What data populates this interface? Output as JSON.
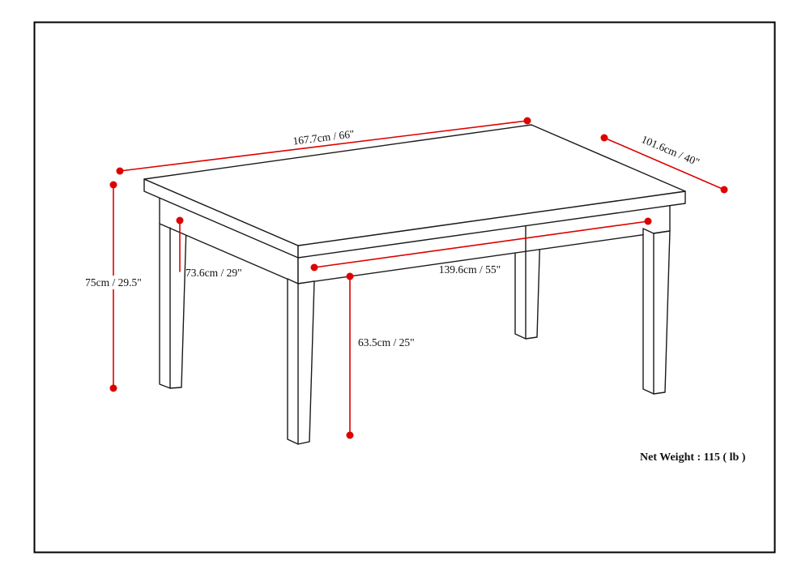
{
  "page": {
    "background_color": "#ffffff",
    "frame_color": "#000000"
  },
  "diagram": {
    "accent_color": "#dd0000",
    "line_color": "#1a1a1a",
    "labels": {
      "length": "167.7cm / 66\"",
      "depth": "101.6cm / 40\"",
      "height": "75cm / 29.5\"",
      "underside_height": "73.6cm / 29\"",
      "between_legs": "139.6cm / 55\"",
      "clearance": "63.5cm / 25\"",
      "net_weight": "Net Weight : 115 ( lb )"
    }
  }
}
